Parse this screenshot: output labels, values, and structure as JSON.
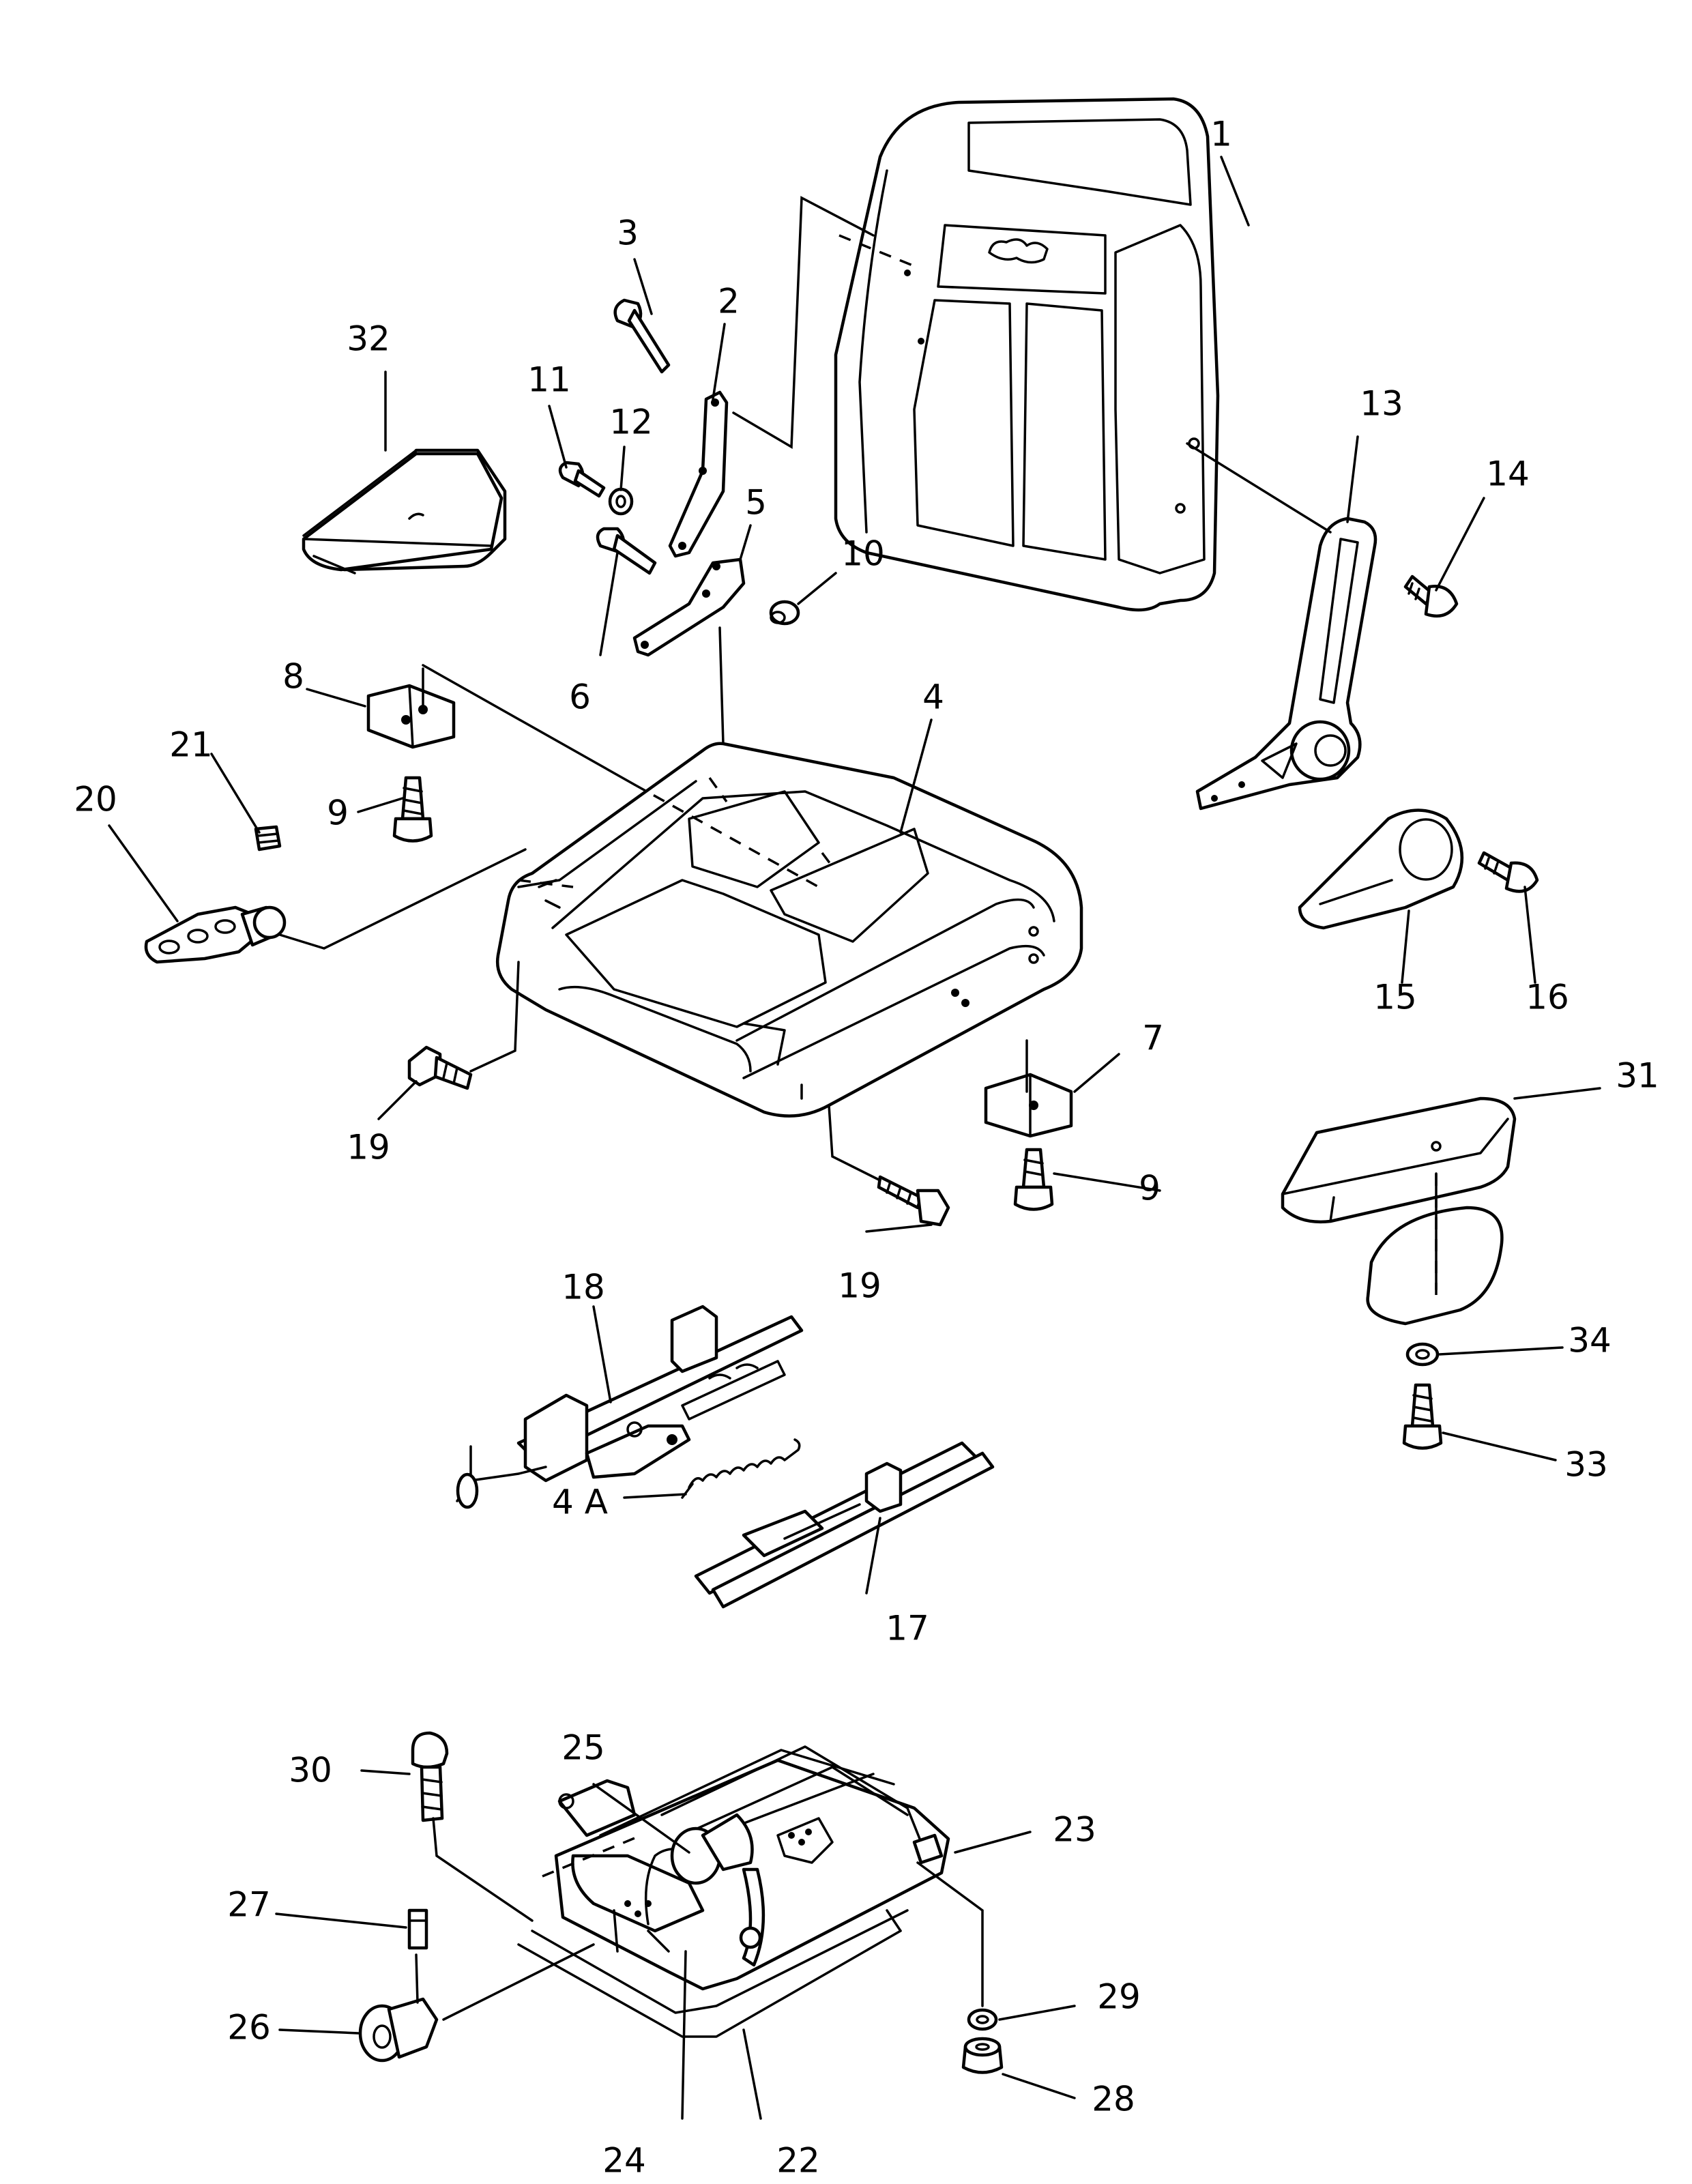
{
  "diagram": {
    "labels": {
      "p1": "1",
      "p2": "2",
      "p3": "3",
      "p4": "4",
      "p4a": "4 A",
      "p5": "5",
      "p6": "6",
      "p7": "7",
      "p8": "8",
      "p9a": "9",
      "p9b": "9",
      "p10": "10",
      "p11": "11",
      "p12": "12",
      "p13": "13",
      "p14": "14",
      "p15": "15",
      "p16": "16",
      "p17": "17",
      "p18": "18",
      "p19a": "19",
      "p19b": "19",
      "p20": "20",
      "p21": "21",
      "p22": "22",
      "p23": "23",
      "p24": "24",
      "p25": "25",
      "p26": "26",
      "p27": "27",
      "p28": "28",
      "p29": "29",
      "p30": "30",
      "p31": "31",
      "p32": "32",
      "p33": "33",
      "p34": "34"
    }
  }
}
